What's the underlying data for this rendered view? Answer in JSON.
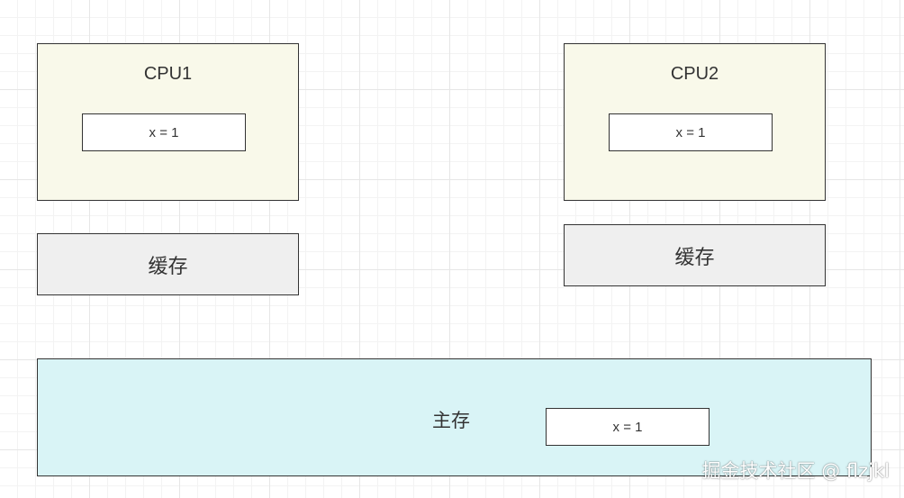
{
  "cpu1": {
    "title": "CPU1",
    "var_text": "x = 1"
  },
  "cpu2": {
    "title": "CPU2",
    "var_text": "x = 1"
  },
  "cache1": {
    "label": "缓存"
  },
  "cache2": {
    "label": "缓存"
  },
  "main_memory": {
    "label": "主存",
    "var_text": "x = 1"
  },
  "watermark": "掘金技术社区 @ flzjkl",
  "colors": {
    "cpu_fill": "#f9f9ea",
    "cache_fill": "#efefef",
    "main_fill": "#d9f4f6",
    "stroke": "#333333"
  }
}
